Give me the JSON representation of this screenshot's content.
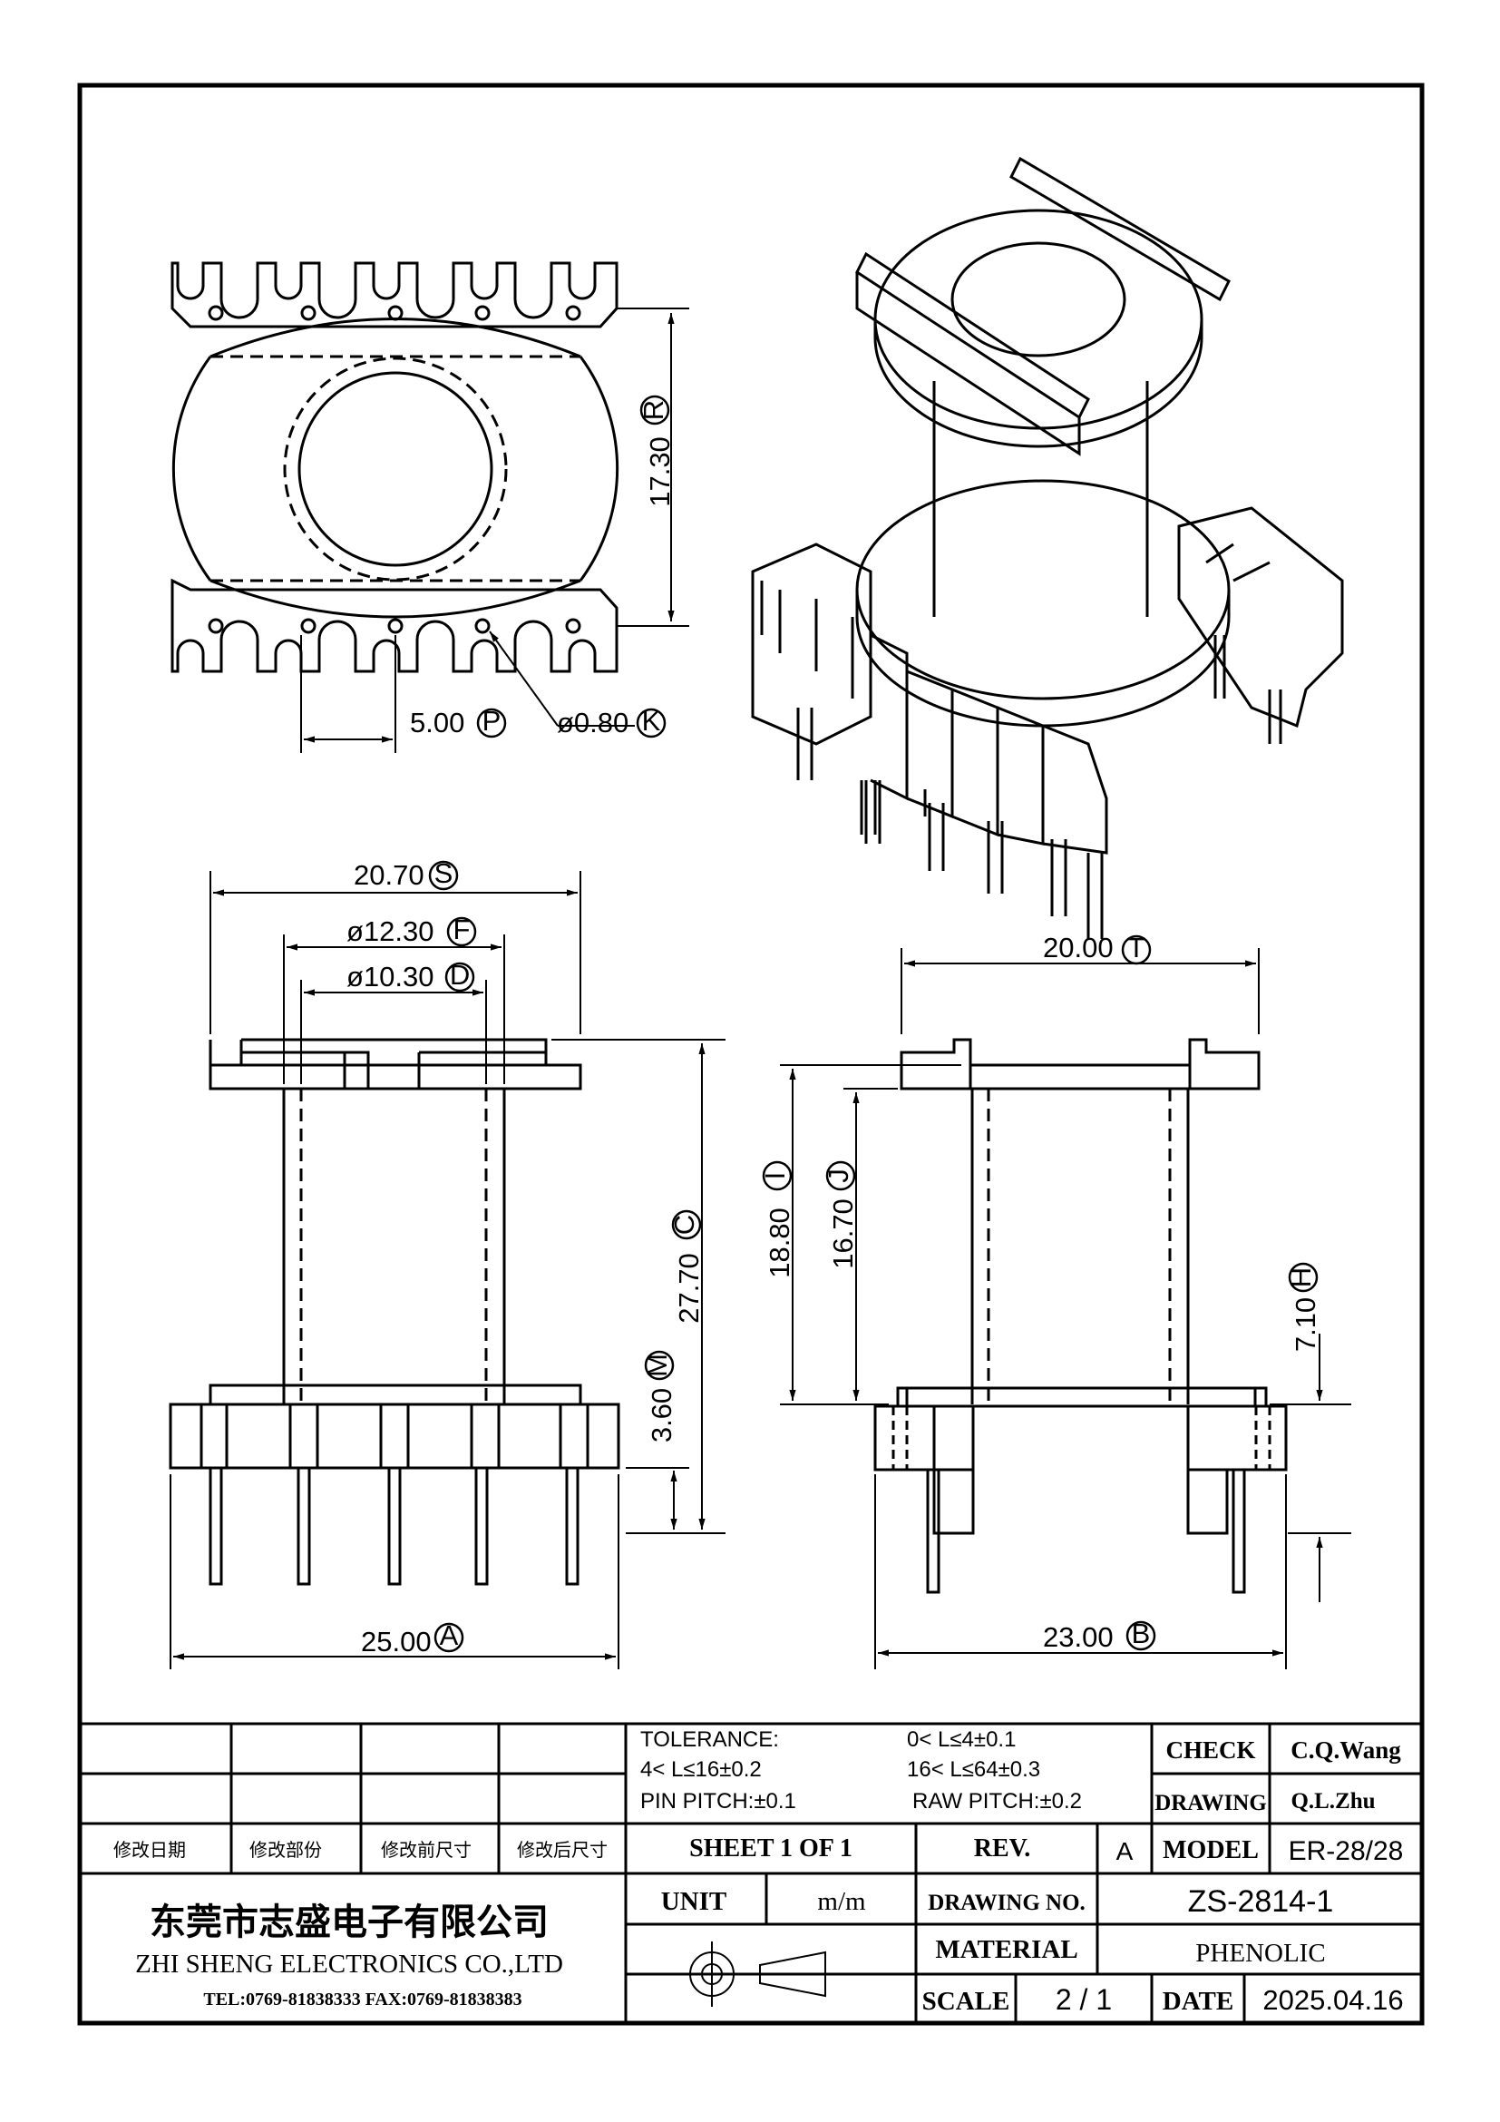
{
  "dimensions": {
    "R": {
      "value": "17.30",
      "letter": "R"
    },
    "P": {
      "value": "5.00",
      "letter": "P"
    },
    "K": {
      "value": "ø0.80",
      "letter": "K"
    },
    "S": {
      "value": "20.70",
      "letter": "S"
    },
    "F": {
      "value": "ø12.30",
      "letter": "F"
    },
    "D": {
      "value": "ø10.30",
      "letter": "D"
    },
    "C": {
      "value": "27.70",
      "letter": "C"
    },
    "M": {
      "value": "3.60",
      "letter": "M"
    },
    "A": {
      "value": "25.00",
      "letter": "A"
    },
    "T": {
      "value": "20.00",
      "letter": "T"
    },
    "I": {
      "value": "18.80",
      "letter": "I"
    },
    "J": {
      "value": "16.70",
      "letter": "J"
    },
    "H": {
      "value": "7.10",
      "letter": "H"
    },
    "B": {
      "value": "23.00",
      "letter": "B"
    }
  },
  "title_block": {
    "tolerance_label": "TOLERANCE:",
    "tol_1": "0< L≤4±0.1",
    "tol_2": "4< L≤16±0.2",
    "tol_3": "16< L≤64±0.3",
    "pin_pitch": "PIN PITCH:±0.1",
    "raw_pitch": "RAW PITCH:±0.2",
    "check_label": "CHECK",
    "check_value": "C.Q.Wang",
    "drawing_label": "DRAWING",
    "drawing_value": "Q.L.Zhu",
    "rev_col_1": "修改日期",
    "rev_col_2": "修改部份",
    "rev_col_3": "修改前尺寸",
    "rev_col_4": "修改后尺寸",
    "sheet": "SHEET 1 OF 1",
    "rev_label": "REV.",
    "rev_value": "A",
    "model_label": "MODEL",
    "model_value": "ER-28/28",
    "company_cn": "东莞市志盛电子有限公司",
    "company_en": "ZHI SHENG  ELECTRONICS CO.,LTD",
    "contact": "TEL:0769-81838333 FAX:0769-81838383",
    "unit_label": "UNIT",
    "unit_value": "m/m",
    "drawing_no_label": "DRAWING  NO.",
    "drawing_no_value": "ZS-2814-1",
    "material_label": "MATERIAL",
    "material_value": "PHENOLIC",
    "scale_label": "SCALE",
    "scale_value": "2 / 1",
    "date_label": "DATE",
    "date_value": "2025.04.16"
  }
}
